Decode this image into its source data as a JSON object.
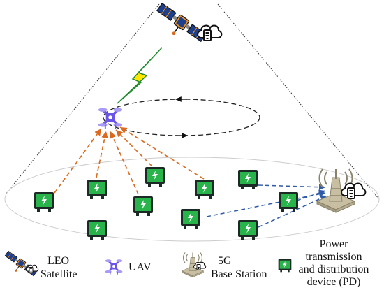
{
  "colors": {
    "pd_fill": "#28b44a",
    "pd_dark": "#1c2a25",
    "uav_purple": "#6b55e8",
    "uav_light": "#a89af5",
    "orange_link": "#d96a1e",
    "blue_link": "#2e5aa8",
    "lightning_yellow": "#ffe600",
    "lightning_green": "#1f8a2e",
    "satellite_panel": "#1e3f8a",
    "satellite_body": "#e8902a",
    "base_station": "#c8bfa2",
    "orbit": "#222222",
    "coverage_ellipse": "#cccccc"
  },
  "icons": {
    "satellite": "satellite-icon",
    "uav": "uav-drone-icon",
    "base_station": "base-station-icon",
    "pd": "power-device-icon",
    "edge_cloud": "cloud-server-icon",
    "lightning": "lightning-bolt-icon"
  },
  "legend": {
    "leo_line1": "LEO",
    "leo_line2": "Satellite",
    "uav": "UAV",
    "bs_line1": "5G",
    "bs_line2": "Base Station",
    "pd_line1": "Power",
    "pd_line2": "transmission",
    "pd_line3": "and distribution",
    "pd_line4": "device (PD)"
  }
}
